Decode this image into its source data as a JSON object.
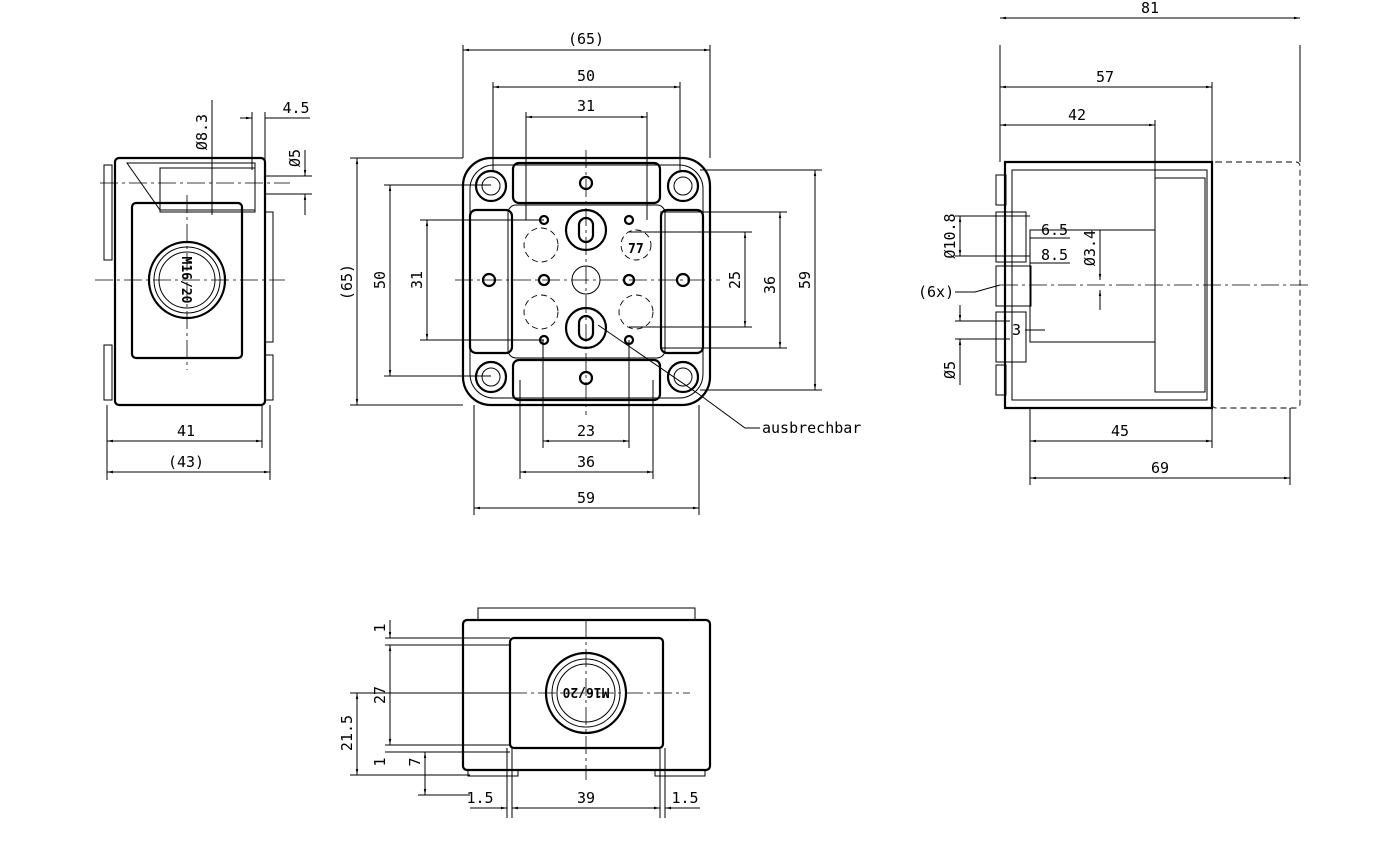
{
  "front_view": {
    "dims": [
      "(65)",
      "50",
      "31",
      "(65)",
      "50",
      "31",
      "25",
      "36",
      "59",
      "23",
      "36",
      "59"
    ],
    "callout": "ausbrechbar",
    "marking": "77"
  },
  "left_view": {
    "dims": [
      "Ø8.3",
      "4.5",
      "Ø5",
      "41",
      "(43)"
    ],
    "gland_label": "M16/20"
  },
  "right_view": {
    "dims": [
      "81",
      "57",
      "42",
      "Ø10.8",
      "6.5",
      "8.5",
      "Ø3.4",
      "(6x)",
      "3",
      "Ø5",
      "45",
      "69"
    ]
  },
  "bottom_view": {
    "dims": [
      "1",
      "27",
      "21.5",
      "1",
      "7",
      "1.5",
      "39",
      "1.5"
    ],
    "gland_label": "M16/20"
  }
}
